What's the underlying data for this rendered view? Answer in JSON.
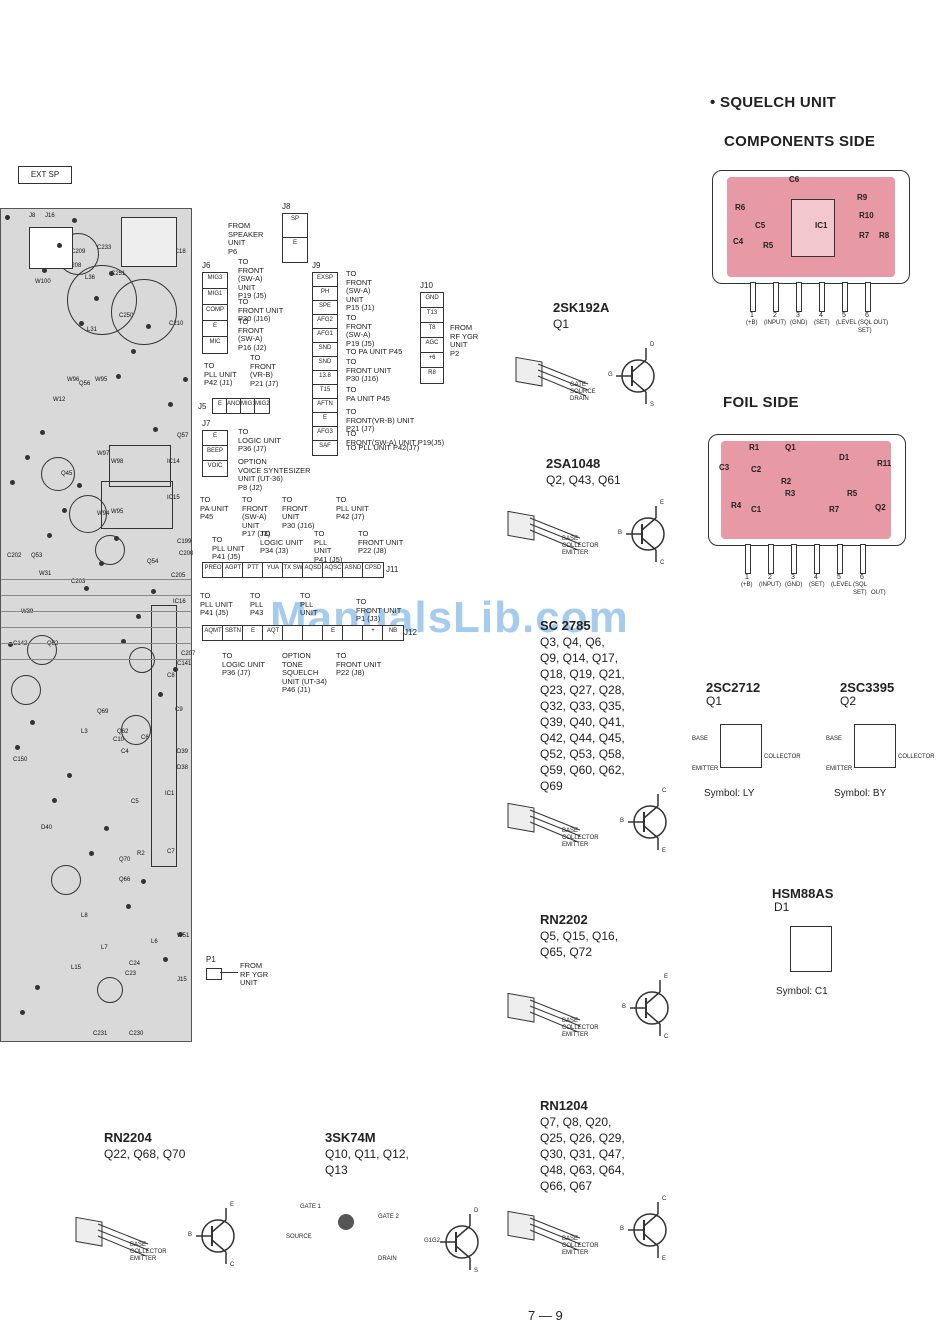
{
  "header": {
    "unit_title": "• SQUELCH UNIT",
    "components_side": "COMPONENTS SIDE",
    "foil_side": "FOIL SIDE",
    "page_number": "7 — 9"
  },
  "colors": {
    "board": "#e79aa6",
    "pcb": "#d9d9d9",
    "watermark": "#3a8fd8"
  },
  "watermark": "ManualsLib.com",
  "ext_sp": "EXT SP",
  "squelch_components": {
    "labels": [
      "C6",
      "R9",
      "R6",
      "R10",
      "C5",
      "IC1",
      "C4",
      "R5",
      "R7",
      "R8"
    ],
    "pins": [
      "1",
      "2",
      "3",
      "4",
      "5",
      "6"
    ],
    "pin_desc": [
      "(+B)",
      "(INPUT)",
      "(GND)",
      "(SET)",
      "(LEVEL",
      "(SQL OUT)",
      "SET)"
    ]
  },
  "squelch_foil": {
    "labels": [
      "R1",
      "Q1",
      "D1",
      "C3",
      "C2",
      "R2",
      "R3",
      "R11",
      "R4",
      "C1",
      "R7",
      "Q2",
      "R5"
    ],
    "pins": [
      "1",
      "2",
      "3",
      "4",
      "5",
      "6"
    ],
    "pin_desc": [
      "(+B)",
      "(INPUT)",
      "(GND)",
      "(SET)",
      "(LEVEL",
      "(SQL",
      "SET)",
      "OUT)"
    ]
  },
  "parts": {
    "sk192a": {
      "name": "2SK192A",
      "refs": "Q1",
      "pins": [
        "GATE",
        "SOURCE",
        "DRAIN"
      ],
      "sym": [
        "D",
        "G",
        "S"
      ]
    },
    "sa1048": {
      "name": "2SA1048",
      "refs": "Q2, Q43, Q61",
      "pins": [
        "BASE",
        "COLLECTOR",
        "EMITTER"
      ],
      "sym": [
        "E",
        "B",
        "C"
      ]
    },
    "sc2785": {
      "name": "SC 2785",
      "refs": [
        "Q3, Q4, Q6,",
        "Q9, Q14, Q17,",
        "Q18, Q19, Q21,",
        "Q23, Q27, Q28,",
        "Q32, Q33, Q35,",
        "Q39, Q40, Q41,",
        "Q42, Q44, Q45,",
        "Q52, Q53, Q58,",
        "Q59, Q60, Q62,",
        "Q69"
      ],
      "pins": [
        "BASE",
        "COLLECTOR",
        "EMITTER"
      ],
      "sym": [
        "C",
        "B",
        "E"
      ]
    },
    "sc2712": {
      "name": "2SC2712",
      "refs": "Q1",
      "pins": [
        "BASE",
        "EMITTER",
        "COLLECTOR"
      ],
      "symbol": "Symbol: LY"
    },
    "sc3395": {
      "name": "2SC3395",
      "refs": "Q2",
      "pins": [
        "BASE",
        "EMITTER",
        "COLLECTOR"
      ],
      "symbol": "Symbol: BY"
    },
    "hsm88as": {
      "name": "HSM88AS",
      "refs": "D1",
      "symbol": "Symbol: C1"
    },
    "rn2202": {
      "name": "RN2202",
      "refs": [
        "Q5, Q15, Q16,",
        "Q65, Q72"
      ],
      "pins": [
        "BASE",
        "COLLECTOR",
        "EMITTER"
      ],
      "sym": [
        "E",
        "B",
        "C"
      ]
    },
    "rn2204": {
      "name": "RN2204",
      "refs": "Q22, Q68, Q70",
      "pins": [
        "BASE",
        "COLLECTOR",
        "EMITTER"
      ],
      "sym": [
        "E",
        "B",
        "C"
      ]
    },
    "sk74m": {
      "name": "3SK74M",
      "refs": [
        "Q10, Q11, Q12,",
        "Q13"
      ],
      "pins": [
        "GATE 1",
        "GATE 2",
        "SOURCE",
        "DRAIN"
      ],
      "sym": [
        "D",
        "G2",
        "G1",
        "S"
      ]
    },
    "rn1204": {
      "name": "RN1204",
      "refs": [
        "Q7, Q8, Q20,",
        "Q25, Q26, Q29,",
        "Q30, Q31, Q47,",
        "Q48, Q63, Q64,",
        "Q66, Q67"
      ],
      "pins": [
        "BASE",
        "COLLECTOR",
        "EMITTER"
      ],
      "sym": [
        "C",
        "B",
        "E"
      ]
    }
  },
  "connectors": {
    "j8": {
      "title": "J8",
      "cells": [
        "SP",
        "E"
      ],
      "desc": "FROM\nSPEAKER\nUNIT\nP6"
    },
    "j6": {
      "title": "J6",
      "cells": [
        "MIG3",
        "MIG1",
        "COMP",
        "E",
        "MIC"
      ],
      "desc": [
        "TO\nFRONT\n(SW-A)\nUNIT\nP19 (J5)",
        "TO\nFRONT UNIT\nP30 (J16)",
        "TO\nFRONT\n(SW-A)\nP16 (J2)"
      ]
    },
    "j9": {
      "title": "J9",
      "cells": [
        "EXSP",
        "PH",
        "SPE",
        "AFG2",
        "AFG1",
        "SND",
        "SND",
        "13.8",
        "T15",
        "AFTN",
        "E",
        "AFG3",
        "SAF"
      ],
      "desc": [
        "TO\nFRONT\n(SW-A)\nUNIT\nP15 (J1)",
        "TO\nFRONT\n(SW-A)\nP19 (J5)\nTO PA UNIT P45",
        "TO\nFRONT UNIT\nP30 (J16)",
        "TO\nPA UNIT P45",
        "TO\nFRONT(VR-B) UNIT\nP21 (J7)",
        "TO\nFRONT(SW-A) UNIT P19(J5)",
        "TO PLL UNIT P42(J7)"
      ]
    },
    "j10": {
      "title": "J10",
      "cells": [
        "GND",
        "T13",
        "T8",
        "AGC",
        "+6",
        "R8"
      ],
      "desc": "FROM\nRF YGR\nUNIT\nP2"
    },
    "j5": {
      "title": "J5",
      "cells": [
        "E",
        "ANOD",
        "MIG1",
        "MIG2"
      ],
      "desc": [
        "TO\nPLL UNIT\nP42 (J1)",
        "TO\nFRONT\n(VR-B)\nP21 (J7)"
      ]
    },
    "j7": {
      "title": "J7",
      "cells": [
        "E",
        "BEEP",
        "VOIC"
      ],
      "desc": [
        "TO\nLOGIC UNIT\nP36 (J7)",
        "OPTION\nVOICE SYNTESIZER\nUNIT (UT-36)\nP8 (J2)"
      ]
    },
    "j11": {
      "title": "J11",
      "cells": [
        "PREO",
        "AGPT",
        "PTT",
        "YUA",
        "TX SW",
        "AQSD",
        "AQSC",
        "ASND",
        "CPSD"
      ],
      "desc": [
        "TO\nPA UNIT\nP45",
        "TO\nFRONT\n(SW-A)\nUNIT\nP17 (J3)",
        "TO\nFRONT\nUNIT\nP30 (J16)",
        "TO\nPLL UNIT\nP42 (J7)",
        "TO\nPLL UNIT\nP41 (J5)",
        "TO\nLOGIC UNIT\nP34 (J3)",
        "TO\nPLL\nUNIT\nP41 (J5)",
        "TO\nFRONT UNIT\nP22 (J8)"
      ]
    },
    "j12": {
      "title": "J12",
      "cells": [
        "AQMT",
        "SBTN",
        "E",
        "AQT",
        "",
        "",
        "E",
        "",
        "+",
        "NB"
      ],
      "desc": [
        "TO\nPLL UNIT\nP41 (J5)",
        "TO\nPLL\nP43",
        "TO\nPLL\nUNIT",
        "TO\nFRONT UNIT\nP1 (J3)",
        "TO\nLOGIC UNIT\nP36 (J7)",
        "OPTION\nTONE\nSQUELCH\nUNIT (UT-34)\nP46 (J1)",
        "TO\nFRONT UNIT\nP22 (J8)"
      ]
    },
    "p1": {
      "title": "P1",
      "desc": "FROM\nRF YGR\nUNIT"
    }
  },
  "pcb_labels": [
    "J8",
    "J16",
    "IC18",
    "C206",
    "C208",
    "C209",
    "C233",
    "C251",
    "C250",
    "C210",
    "L31",
    "L36",
    "W100",
    "Q56",
    "W96",
    "W95",
    "W12",
    "Q57",
    "W97",
    "IC14",
    "IC15",
    "W98",
    "W94",
    "W95",
    "C199",
    "C200",
    "C202",
    "Q53",
    "Q54",
    "C203",
    "C205",
    "IC16",
    "C207",
    "C141",
    "C142",
    "Q52",
    "W31",
    "W39",
    "L3",
    "Q45",
    "D40",
    "L8",
    "L15",
    "J15",
    "C231",
    "C230",
    "C24",
    "C23",
    "W51",
    "C8",
    "C9",
    "D39",
    "Q69",
    "Q62",
    "C7",
    "IC1",
    "L6",
    "L7",
    "D38",
    "C150",
    "C4",
    "C5",
    "C6",
    "C10",
    "Q70",
    "Q66",
    "R2"
  ]
}
